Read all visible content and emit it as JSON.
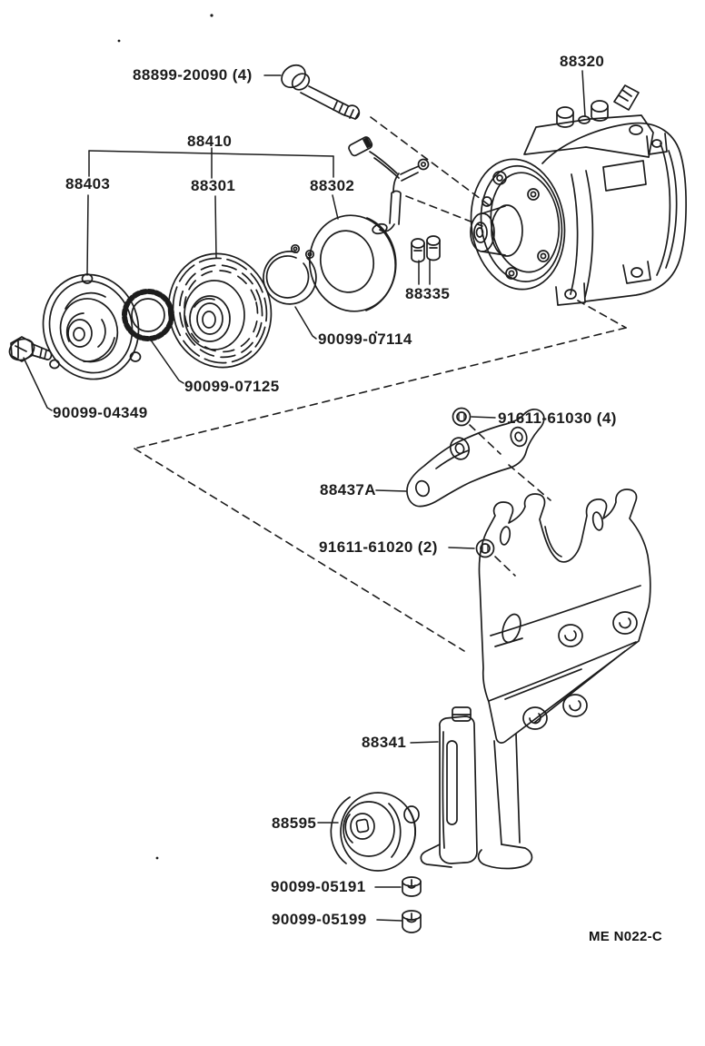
{
  "diagram": {
    "type": "exploded-parts-diagram",
    "footer_code": "ME N022-C",
    "colors": {
      "ink": "#1c1c1c",
      "paper": "#ffffff"
    },
    "icons": {
      "fastener_symbol": "circled-bolt-head",
      "assembly_axis": "dashed-line"
    },
    "parts": {
      "p88899": {
        "label": "88899-20090 (4)"
      },
      "p88320": {
        "label": "88320"
      },
      "p88410": {
        "label": "88410"
      },
      "p88403": {
        "label": "88403"
      },
      "p88301": {
        "label": "88301"
      },
      "p88302": {
        "label": "88302"
      },
      "p88335": {
        "label": "88335"
      },
      "p90099_07114": {
        "label": "90099-07114"
      },
      "p90099_07125": {
        "label": "90099-07125"
      },
      "p90099_04349": {
        "label": "90099-04349"
      },
      "p91611_61030": {
        "label": "91611-61030 (4)"
      },
      "p88437a": {
        "label": "88437A"
      },
      "p91611_61020": {
        "label": "91611-61020 (2)"
      },
      "p88341": {
        "label": "88341"
      },
      "p88595": {
        "label": "88595"
      },
      "p90099_05191": {
        "label": "90099-05191"
      },
      "p90099_05199": {
        "label": "90099-05199"
      }
    }
  }
}
